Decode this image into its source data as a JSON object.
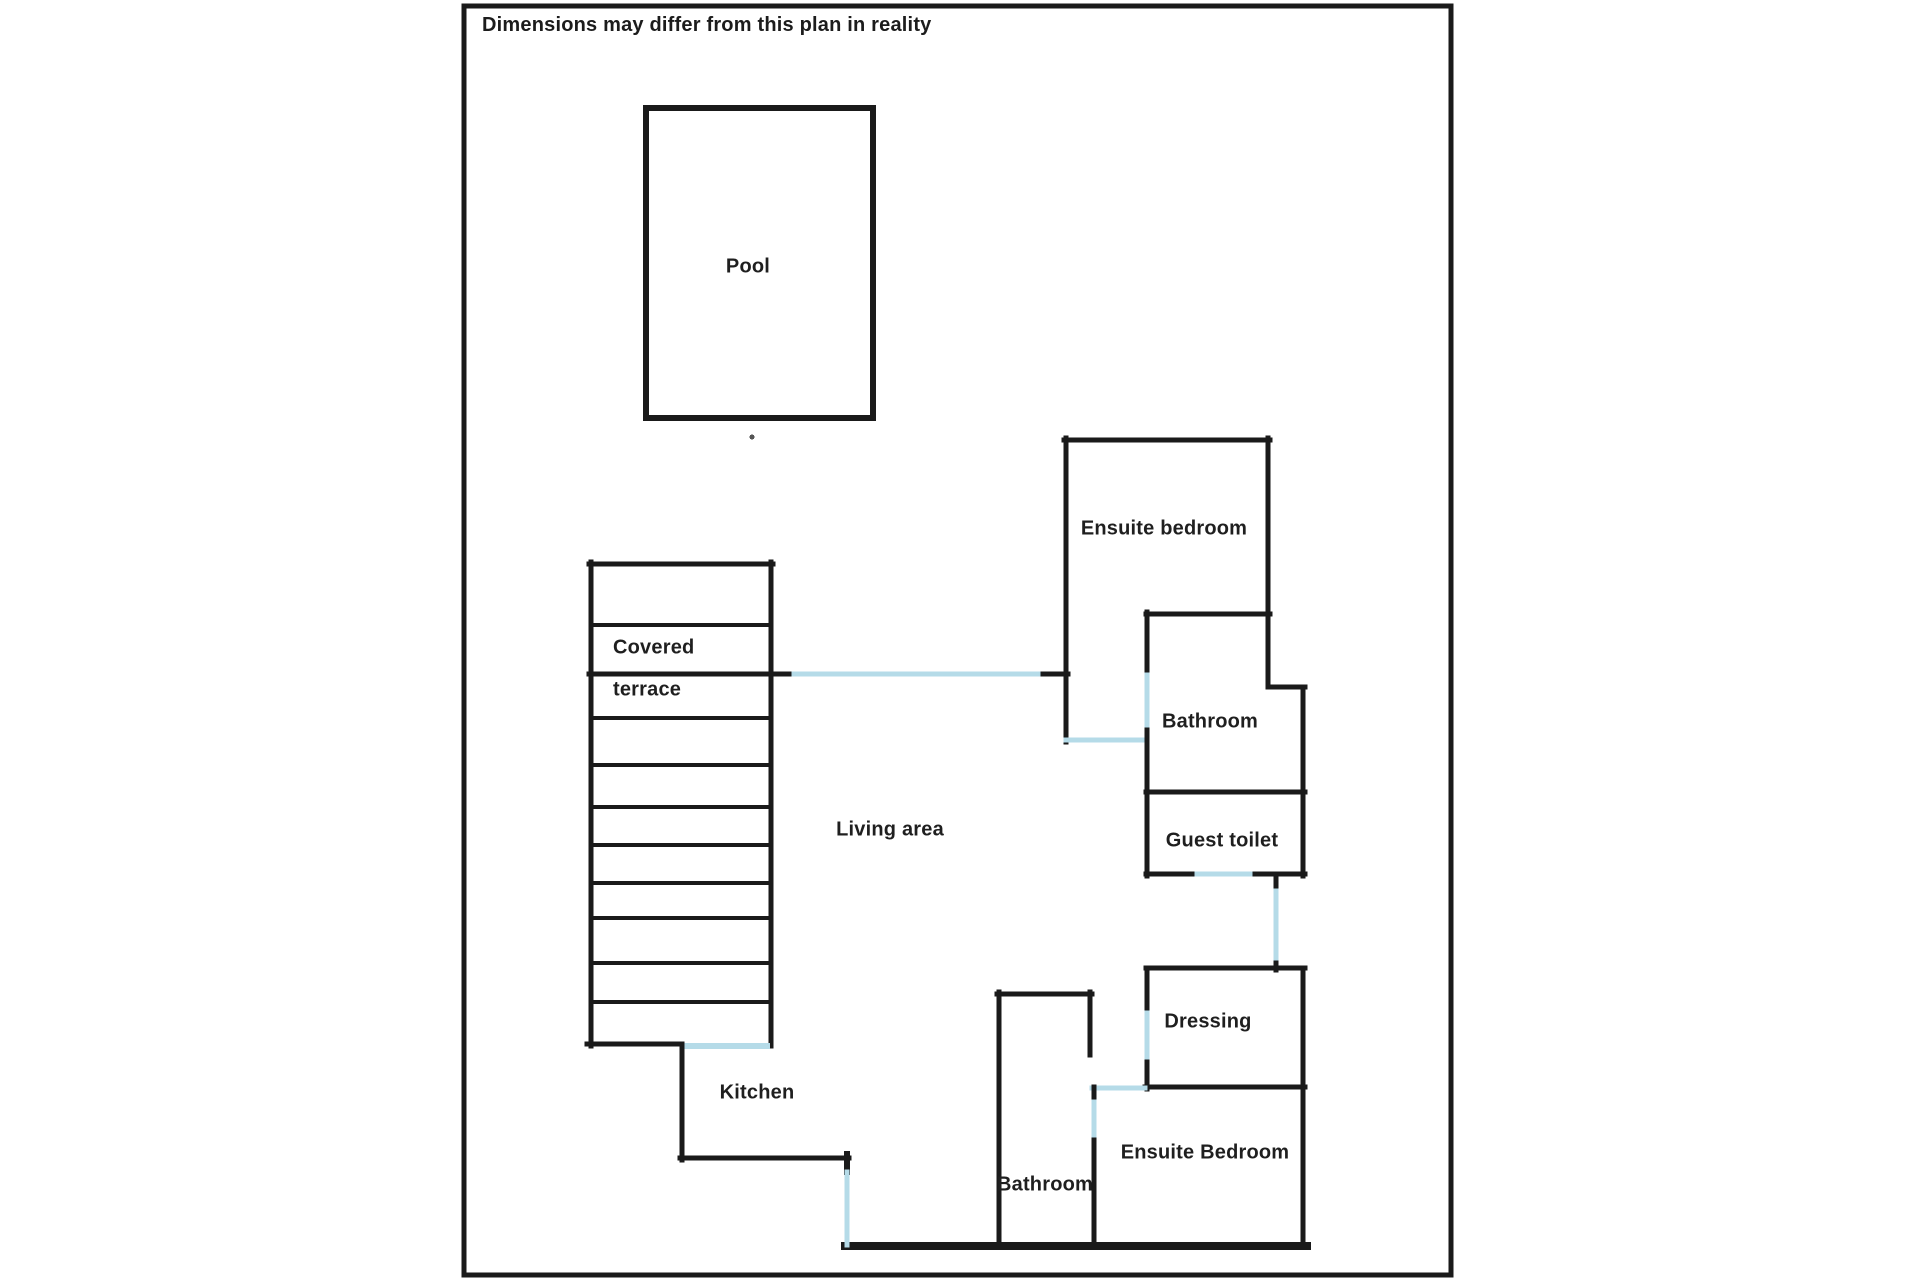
{
  "disclaimer": "Dimensions may differ from this plan in reality",
  "colors": {
    "wall": "#1a1a1a",
    "door_opening": "#b5dbe8",
    "background": "#ffffff",
    "text": "#1f1f1f"
  },
  "rooms": {
    "pool": "Pool",
    "covered_terrace": {
      "line1": "Covered",
      "line2": "terrace"
    },
    "living_area": "Living area",
    "kitchen": "Kitchen",
    "ensuite_bedroom_top": "Ensuite bedroom",
    "bathroom_top": "Bathroom",
    "guest_toilet": "Guest toilet",
    "dressing": "Dressing",
    "ensuite_bedroom_bottom": "Ensuite Bedroom",
    "bathroom_bottom": "Bathroom"
  }
}
